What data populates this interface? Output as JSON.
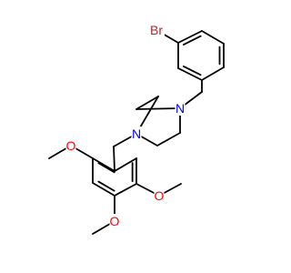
{
  "colors": {
    "background": "#ffffff",
    "bond": "#000000",
    "N": "#0000ff",
    "O": "#ff0000",
    "Br": "#a52a2a"
  },
  "molecule": {
    "atoms": [
      {
        "id": "Br",
        "label": "Br",
        "element": "Br"
      },
      {
        "id": "b1"
      },
      {
        "id": "b2"
      },
      {
        "id": "b3"
      },
      {
        "id": "b4"
      },
      {
        "id": "b5"
      },
      {
        "id": "b6"
      },
      {
        "id": "ch2a"
      },
      {
        "id": "N1",
        "label": "N",
        "element": "N"
      },
      {
        "id": "p1"
      },
      {
        "id": "p2"
      },
      {
        "id": "p3"
      },
      {
        "id": "p4"
      },
      {
        "id": "N2",
        "label": "N",
        "element": "N"
      },
      {
        "id": "ch2b"
      },
      {
        "id": "a1"
      },
      {
        "id": "a2"
      },
      {
        "id": "a3"
      },
      {
        "id": "a4"
      },
      {
        "id": "a5"
      },
      {
        "id": "a6"
      },
      {
        "id": "O2",
        "label": "O",
        "element": "O"
      },
      {
        "id": "Me2"
      },
      {
        "id": "O4",
        "label": "O",
        "element": "O"
      },
      {
        "id": "Me4"
      },
      {
        "id": "O5",
        "label": "O",
        "element": "O"
      },
      {
        "id": "Me5"
      }
    ],
    "bonds": [
      {
        "from": "Br",
        "to": "b1",
        "order": 1
      },
      {
        "from": "b1",
        "to": "b2",
        "order": 2
      },
      {
        "from": "b2",
        "to": "b3",
        "order": 1
      },
      {
        "from": "b3",
        "to": "b4",
        "order": 2
      },
      {
        "from": "b4",
        "to": "b5",
        "order": 1
      },
      {
        "from": "b5",
        "to": "b6",
        "order": 2
      },
      {
        "from": "b6",
        "to": "b1",
        "order": 1
      },
      {
        "from": "b5",
        "to": "ch2a",
        "order": 1
      },
      {
        "from": "ch2a",
        "to": "N1",
        "order": 1
      },
      {
        "from": "N1",
        "to": "p1",
        "order": 1
      },
      {
        "from": "p1",
        "to": "p2",
        "order": 1
      },
      {
        "from": "p2",
        "to": "N2",
        "order": 1
      },
      {
        "from": "N2",
        "to": "p3",
        "order": 1
      },
      {
        "from": "p3",
        "to": "p4",
        "order": 1
      },
      {
        "from": "p4",
        "to": "N1",
        "order": 1
      },
      {
        "from": "N2",
        "to": "ch2b",
        "order": 1
      },
      {
        "from": "ch2b",
        "to": "a1",
        "order": 1
      },
      {
        "from": "a1",
        "to": "a2",
        "order": 2
      },
      {
        "from": "a2",
        "to": "a3",
        "order": 1
      },
      {
        "from": "a3",
        "to": "a4",
        "order": 2
      },
      {
        "from": "a4",
        "to": "a5",
        "order": 1
      },
      {
        "from": "a5",
        "to": "a6",
        "order": 2
      },
      {
        "from": "a6",
        "to": "a1",
        "order": 1
      },
      {
        "from": "a2",
        "to": "O2",
        "order": 1
      },
      {
        "from": "O2",
        "to": "Me2",
        "order": 1
      },
      {
        "from": "a4",
        "to": "O4",
        "order": 1
      },
      {
        "from": "O4",
        "to": "Me4",
        "order": 1
      },
      {
        "from": "a5",
        "to": "O5",
        "order": 1
      },
      {
        "from": "O5",
        "to": "Me5",
        "order": 1
      }
    ]
  }
}
